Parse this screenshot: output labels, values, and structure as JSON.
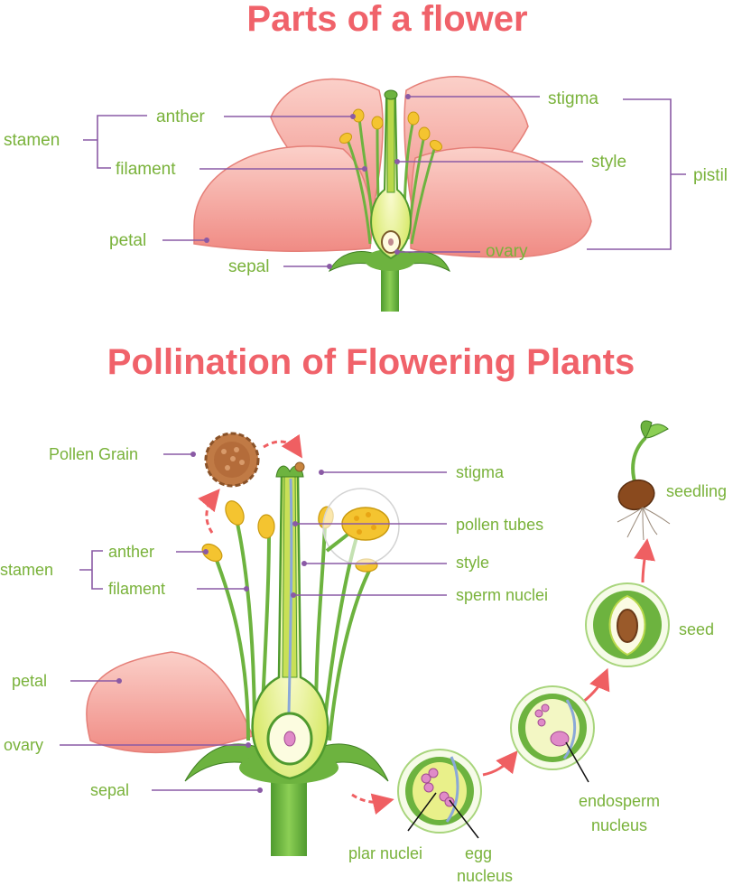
{
  "titles": {
    "parts": "Parts of a flower",
    "pollination": "Pollination of Flowering Plants"
  },
  "parts_labels": {
    "stamen": "stamen",
    "anther": "anther",
    "filament": "filament",
    "petal": "petal",
    "sepal": "sepal",
    "stigma": "stigma",
    "style": "style",
    "pistil": "pistil",
    "ovary": "ovary"
  },
  "pollination_labels": {
    "pollen_grain": "Pollen Grain",
    "stigma": "stigma",
    "pollen_tubes": "pollen tubes",
    "style": "style",
    "sperm_nuclei": "sperm nuclei",
    "stamen": "stamen",
    "anther": "anther",
    "filament": "filament",
    "petal": "petal",
    "ovary": "ovary",
    "sepal": "sepal",
    "seedling": "seedling",
    "seed": "seed",
    "endosperm_line1": "endosperm",
    "endosperm_line2": "nucleus",
    "plar_nuclei": "plar nuclei",
    "egg_line1": "egg",
    "egg_line2": "nucleus"
  },
  "colors": {
    "title": "#f0626a",
    "label": "#79b23a",
    "leader": "#8a5aa5",
    "petal": "#f6a59f",
    "stem": "#6db33f",
    "anther": "#f4c430",
    "ovary": "#e9f08a",
    "arrow": "#ef5f62"
  }
}
